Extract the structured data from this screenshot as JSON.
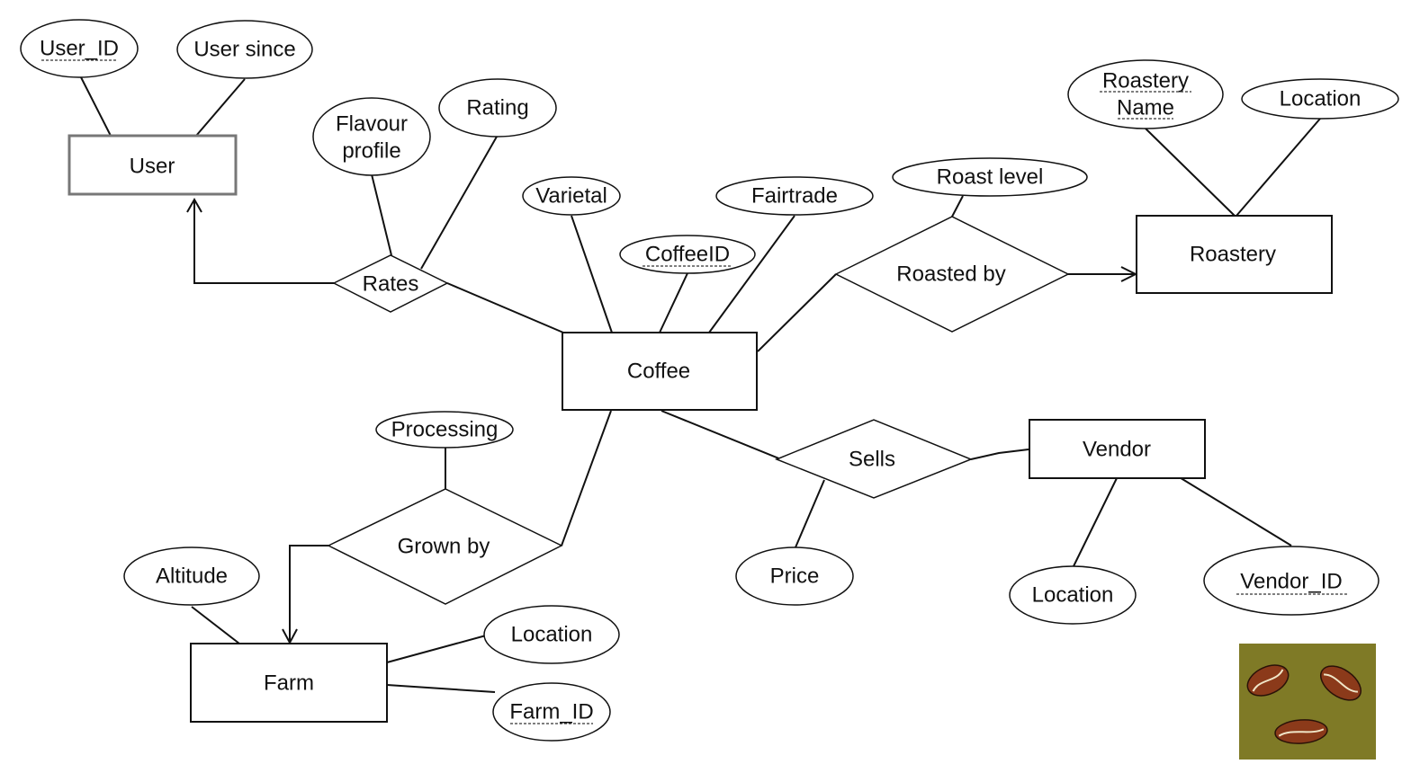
{
  "entities": {
    "user": "User",
    "coffee": "Coffee",
    "roastery": "Roastery",
    "vendor": "Vendor",
    "farm": "Farm"
  },
  "relationships": {
    "rates": "Rates",
    "roasted_by": "Roasted by",
    "sells": "Sells",
    "grown_by": "Grown by"
  },
  "attributes": {
    "user_id": "User_ID",
    "user_since": "User since",
    "flavour_profile_1": "Flavour",
    "flavour_profile_2": "profile",
    "rating": "Rating",
    "varietal": "Varietal",
    "coffee_id": "CoffeeID",
    "fairtrade": "Fairtrade",
    "roast_level": "Roast level",
    "roastery_name_1": "Roastery",
    "roastery_name_2": "Name",
    "roastery_location": "Location",
    "processing": "Processing",
    "price": "Price",
    "vendor_location": "Location",
    "vendor_id": "Vendor_ID",
    "altitude": "Altitude",
    "farm_location": "Location",
    "farm_id": "Farm_ID"
  },
  "logo": {
    "name": "coffee-beans-icon",
    "background": "#7f7a26",
    "bean_color": "#8b3a1a"
  }
}
